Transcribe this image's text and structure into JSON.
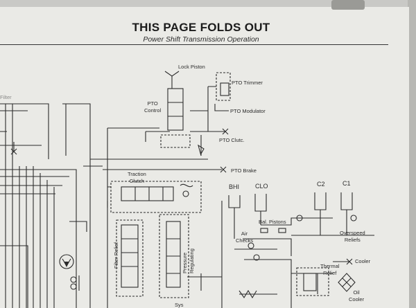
{
  "header": {
    "title": "THIS PAGE FOLDS OUT",
    "subtitle": "Power Shift Transmission Operation"
  },
  "labels": {
    "filter": "Filter",
    "lock_piston": "Lock Piston",
    "pto_trimmer": "PTO Trimmer",
    "pto_modulator": "PTO Modulator",
    "pto_control": "PTO\nControl",
    "pto_clutch": "PTO Clutc.",
    "pto_brake": "PTO Brake",
    "traction_clutch": "Traction\nClutch",
    "b_hi": "BHI",
    "c_lo": "CLO",
    "c2": "C2",
    "c1": "C1",
    "bal_pistons": "Bal. Pistons",
    "air_checks": "Air\nChecks",
    "overspeed_reliefs": "Overspeed\nReliefs",
    "cooler_out": "Cooler",
    "thermal_relief": "Thermal\nRelief",
    "oil_cooler": "Oil\nCooler",
    "filter_relief": "Filter Relief",
    "pressure_regulating": "Pressure\nRegulating",
    "sys": "Sys"
  },
  "colors": {
    "paper": "#eaeae6",
    "ink": "#2b2b2b"
  }
}
